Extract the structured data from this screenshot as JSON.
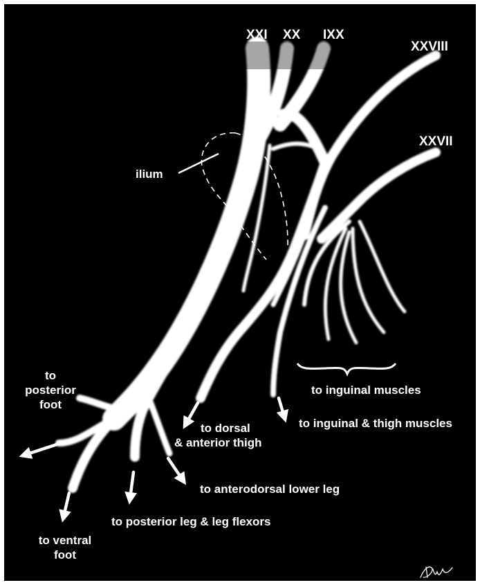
{
  "nerve_roots": {
    "xxi": "XXI",
    "xx": "XX",
    "ixx": "IXX",
    "xxviii": "XXVIII",
    "xxvii": "XXVII"
  },
  "labels": {
    "ilium": "ilium",
    "posterior_foot_1": "to",
    "posterior_foot_2": "posterior",
    "posterior_foot_3": "foot",
    "ventral_foot_1": "to ventral",
    "ventral_foot_2": "foot",
    "dorsal_thigh_1": "to dorsal",
    "dorsal_thigh_2": "& anterior thigh",
    "inguinal_muscles": "to inguinal muscles",
    "inguinal_thigh": "to inguinal & thigh muscles",
    "anterodorsal_leg": "to anterodorsal lower leg",
    "posterior_leg": "to posterior leg & leg flexors"
  },
  "signature": "DW",
  "colors": {
    "background": "#000000",
    "nerve": "#ffffff",
    "frame": "#ffffff"
  }
}
